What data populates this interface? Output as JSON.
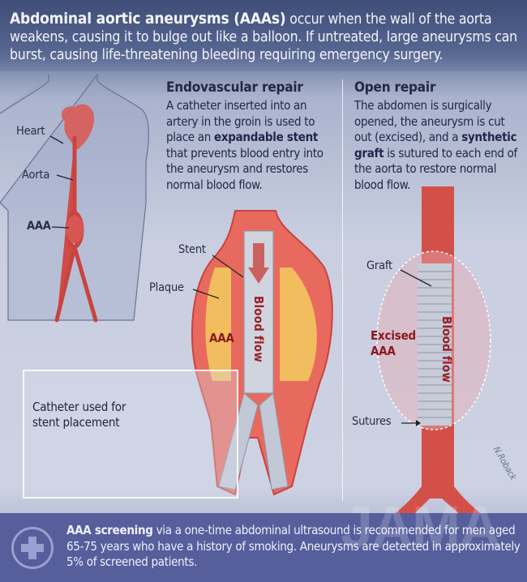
{
  "header": {
    "title_bold": "Abdominal aortic aneurysms (AAAs)",
    "text": " occur when the wall of the aorta weakens, causing it to bulge out like a balloon. If untreated, large aneurysms can burst, causing life-threatening bleeding requiring emergency surgery."
  },
  "body_diagram": {
    "labels": {
      "heart": "Heart",
      "aorta": "Aorta",
      "aaa": "AAA"
    }
  },
  "endovascular": {
    "title": "Endovascular repair",
    "text_before": "A catheter inserted into an artery in the groin is used to place an ",
    "bold": "expandable stent",
    "text_after": " that prevents blood entry into the aneurysm and restores normal blood flow.",
    "labels": {
      "stent": "Stent",
      "plaque": "Plaque",
      "aaa": "AAA",
      "blood_flow": "Blood flow",
      "catheter": "Catheter used for stent placement"
    }
  },
  "open_repair": {
    "title": "Open repair",
    "text_before": "The abdomen is surgically opened, the aneurysm is cut out (excised), and a ",
    "bold": "synthetic graft",
    "text_after": " is sutured to each end of the aorta to restore normal blood flow.",
    "labels": {
      "graft": "Graft",
      "excised_1": "Excised",
      "excised_2": "AAA",
      "blood_flow": "Blood flow",
      "sutures": "Sutures"
    },
    "signature": "N.Roback"
  },
  "footer": {
    "bold": "AAA screening",
    "text": " via a one-time abdominal ultrasound is recommended for men aged 65-75 years who have a history of smoking. Aneurysms are detected in approximately 5% of screened patients.",
    "watermark": "JAMA"
  },
  "colors": {
    "header_bg": "#3f4d79",
    "footer_bg": "#565e9c",
    "artery_red": "#c9443f",
    "label_red": "#8b1820",
    "plaque_yellow": "#f1c25e",
    "stent_gray": "#c7ccd8"
  }
}
